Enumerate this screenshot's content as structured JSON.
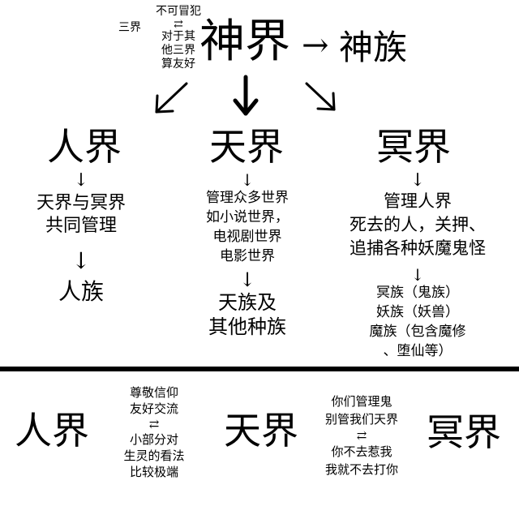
{
  "top": {
    "sanjie_label": "三界",
    "relation_lines": [
      "不可冒犯",
      "对于其",
      "他三界",
      "算友好"
    ],
    "exchange_symbol": "⇄",
    "shenjie": "神界",
    "arrow_right": "→",
    "shenzu": "神族"
  },
  "realms": {
    "renjie": {
      "title": "人界",
      "arrow": "↓",
      "desc": [
        "天界与冥界",
        "共同管理"
      ],
      "arrow2": "↓",
      "race": "人族"
    },
    "tianjie": {
      "title": "天界",
      "arrow": "↓",
      "desc": [
        "管理众多世界",
        "如小说世界，",
        "电视剧世界",
        "电影世界"
      ],
      "arrow2": "↓",
      "race": [
        "天族及",
        "其他种族"
      ]
    },
    "mingjie": {
      "title": "冥界",
      "arrow": "↓",
      "desc": [
        "管理人界",
        "死去的人，关押、",
        "追捕各种妖魔鬼怪"
      ],
      "arrow2": "↓",
      "race": [
        "冥族（鬼族）",
        "妖族（妖兽）",
        "魔族（包含魔修",
        "、堕仙等）"
      ]
    }
  },
  "bottom": {
    "renjie": "人界",
    "tianjie": "天界",
    "mingjie": "冥界",
    "left_relation": {
      "top": [
        "尊敬信仰",
        "友好交流"
      ],
      "symbol": "⇄",
      "bottom": [
        "小部分对",
        "生灵的看法",
        "比较极端"
      ]
    },
    "right_relation": {
      "top": [
        "你们管理鬼",
        "别管我们天界"
      ],
      "symbol": "⇄",
      "bottom": [
        "你不去惹我",
        "我就不去打你"
      ]
    }
  }
}
